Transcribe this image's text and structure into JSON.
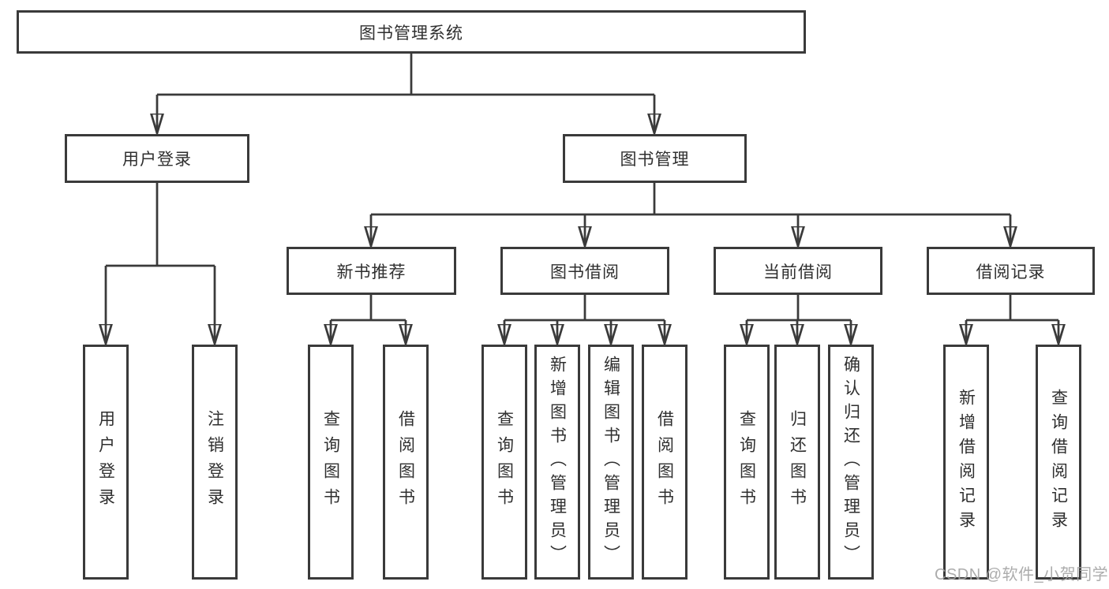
{
  "root": {
    "label": "图书管理系统"
  },
  "tree": [
    {
      "label": "用户登录",
      "children": [
        {
          "label": "用户登录"
        },
        {
          "label": "注销登录"
        }
      ]
    },
    {
      "label": "图书管理",
      "children": [
        {
          "label": "新书推荐",
          "children": [
            {
              "label": "查询图书"
            },
            {
              "label": "借阅图书"
            }
          ]
        },
        {
          "label": "图书借阅",
          "children": [
            {
              "label": "查询图书"
            },
            {
              "label": "新增图书（管理员）"
            },
            {
              "label": "编辑图书（管理员）"
            },
            {
              "label": "借阅图书"
            }
          ]
        },
        {
          "label": "当前借阅",
          "children": [
            {
              "label": "查询图书"
            },
            {
              "label": "归还图书"
            },
            {
              "label": "确认归还（管理员）"
            }
          ]
        },
        {
          "label": "借阅记录",
          "children": [
            {
              "label": "新增借阅记录"
            },
            {
              "label": "查询借阅记录"
            }
          ]
        }
      ]
    }
  ],
  "watermark": {
    "text": "CSDN @软件_小贺同学"
  },
  "colors": {
    "line": "#3a3a3a",
    "border": "#3a3a3a",
    "text": "#2f2f2f",
    "watermark": "#a4a4a4",
    "background": "#ffffff"
  }
}
